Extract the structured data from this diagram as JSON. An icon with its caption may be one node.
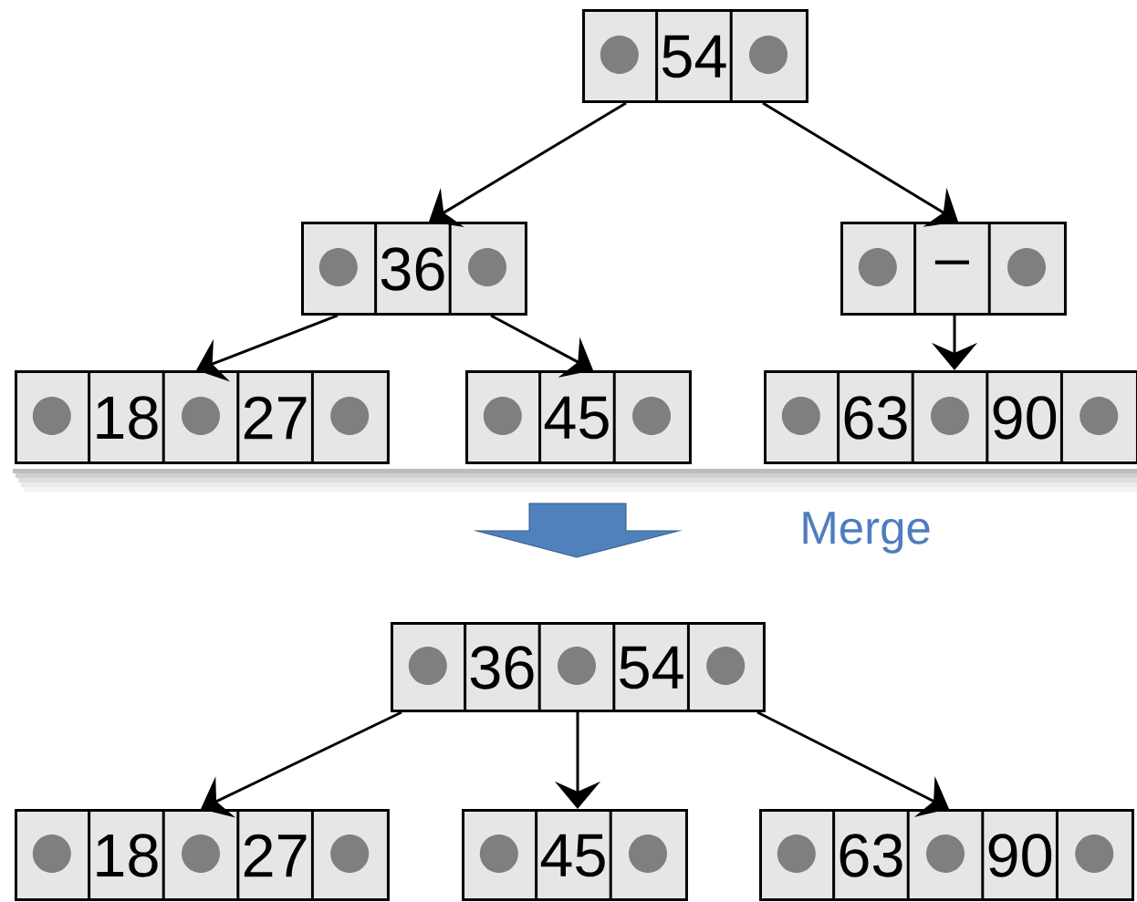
{
  "diagram": {
    "nodes": [
      {
        "text": [
          "54"
        ]
      },
      {
        "text": [
          "36"
        ]
      },
      {
        "text": [
          "–"
        ]
      },
      {
        "text": [
          "18",
          "27"
        ]
      },
      {
        "text": [
          "45"
        ]
      },
      {
        "text": [
          "63",
          "90"
        ]
      },
      {
        "text": [
          "36",
          "54"
        ]
      },
      {
        "text": [
          "18",
          "27"
        ]
      },
      {
        "text": [
          "45"
        ]
      },
      {
        "text": [
          "63",
          "90"
        ]
      }
    ],
    "edges": [
      {
        "from": 0,
        "to": 1,
        "arrow": "to"
      },
      {
        "from": 0,
        "to": 2,
        "arrow": "to"
      },
      {
        "from": 1,
        "to": 3,
        "arrow": "to"
      },
      {
        "from": 1,
        "to": 4,
        "arrow": "to"
      },
      {
        "from": 2,
        "to": 5,
        "arrow": "to"
      },
      {
        "from": 6,
        "to": 7,
        "arrow": "to"
      },
      {
        "from": 6,
        "to": 8,
        "arrow": "to"
      },
      {
        "from": 6,
        "to": 9,
        "arrow": "to"
      }
    ],
    "labels": [
      "Merge"
    ]
  }
}
